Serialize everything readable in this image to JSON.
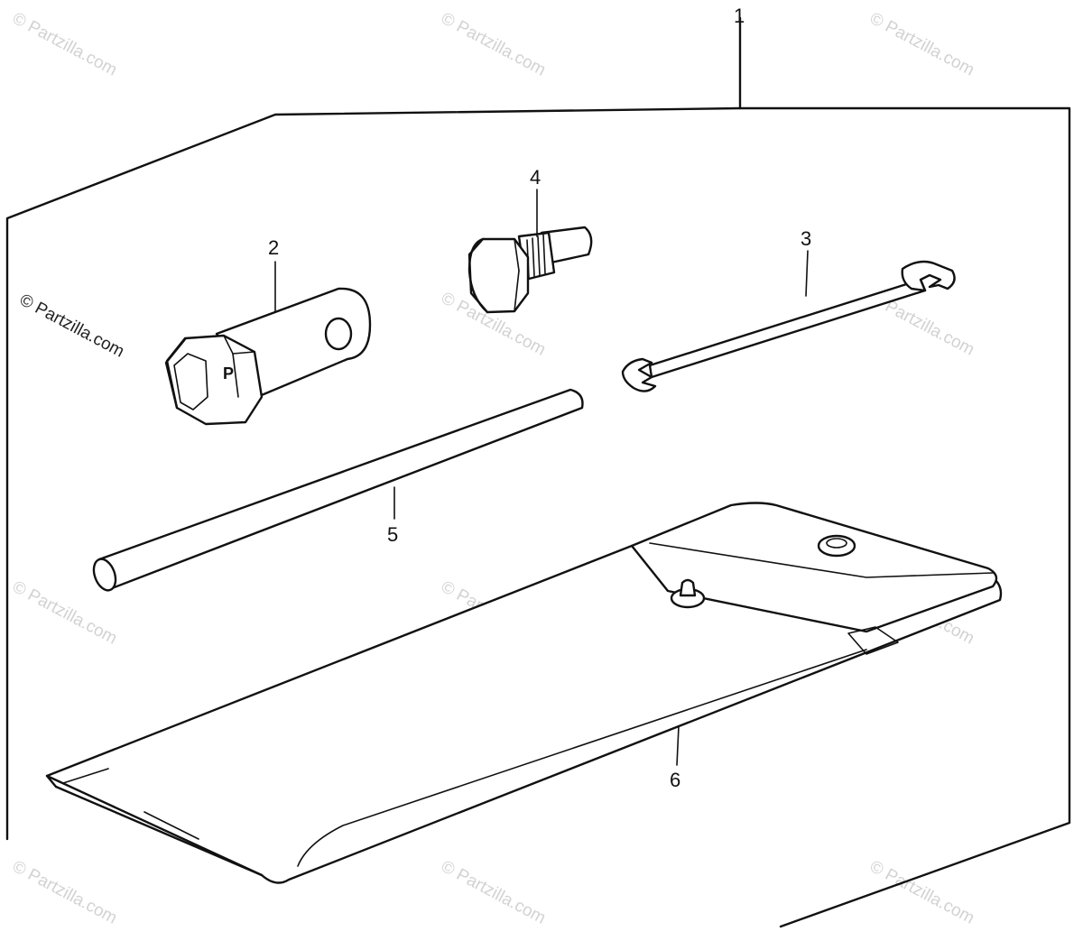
{
  "watermark": {
    "text": "© Partzilla.com"
  },
  "callouts": {
    "kit": "1",
    "plug_wrench": "2",
    "open_wrench": "3",
    "drain_bolt": "4",
    "bar": "5",
    "tool_bag": "6"
  },
  "plug_wrench_mark": "P"
}
